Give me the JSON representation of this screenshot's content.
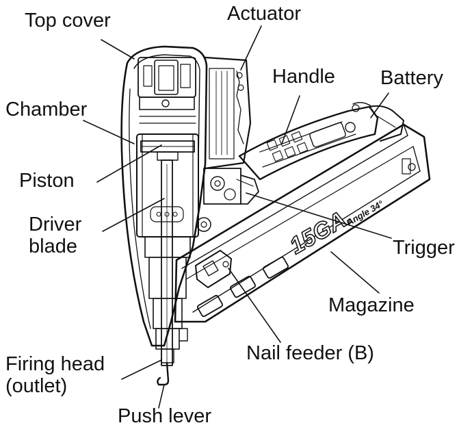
{
  "labels": {
    "top_cover": "Top cover",
    "actuator": "Actuator",
    "handle": "Handle",
    "battery": "Battery",
    "chamber": "Chamber",
    "piston": "Piston",
    "driver_blade_1": "Driver",
    "driver_blade_2": "blade",
    "trigger": "Trigger",
    "magazine": "Magazine",
    "nail_feeder": "Nail feeder (B)",
    "firing_head_1": "Firing head",
    "firing_head_2": "(outlet)",
    "push_lever": "Push lever"
  },
  "magazine_marking": {
    "gauge": "15GA.",
    "angle": "Angle 34°"
  }
}
